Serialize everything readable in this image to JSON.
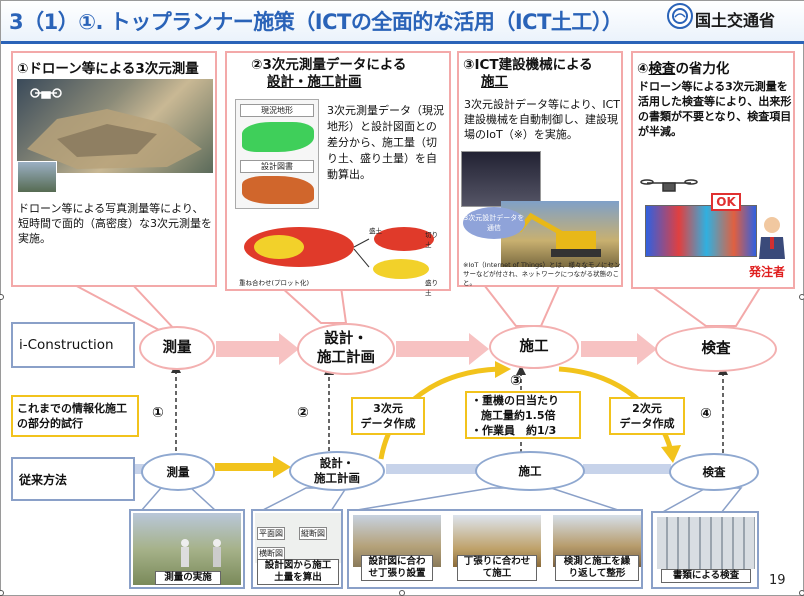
{
  "header": {
    "title": "3（1）①. トップランナー施策（ICTの全面的な活用（ICT土工））",
    "ministry": "国土交通省"
  },
  "boxes": [
    {
      "title_num": "①",
      "title": "ドローン等による3次元測量",
      "body": "ドローン等による写真測量等により、短時間で面的（高密度）な3次元測量を実施。"
    },
    {
      "title_num": "②",
      "title_line1": "3次元測量データによる",
      "title_line2": "設計・施工計画",
      "body": "3次元測量データ（現況地形）と設計図面との差分から、施工量（切り土、盛り土量）を自動算出。",
      "fig_label_top": "現況地形",
      "fig_label_mid": "設計図書",
      "fig_label_small1": "盛土",
      "fig_label_small2": "切り土",
      "fig_label_small3": "盛り土",
      "fig_label_small4": "重ね合わせ(プロット化)"
    },
    {
      "title_num": "③",
      "title_line1": "ICT建設機械による",
      "title_line2": "施工",
      "body": "3次元設計データ等により、ICT建設機械を自動制御し、建設現場のIoT（※）を実施。",
      "photo_label": "3次元設計データを通信",
      "footnote": "※IoT（Internet of Things）とは、様々なモノにセンサーなどが付され、ネットワークにつながる状態のこと。"
    },
    {
      "title_num": "④",
      "title_main": "検査",
      "title_rest": "の省力化",
      "body": "ドローン等による3次元測量を活用した検査等により、出来形の書類が不要となり、検査項目が半減。",
      "ok_label": "OK",
      "orderer": "発注者"
    }
  ],
  "flow": {
    "row_label_top": "i-Construction",
    "row_label_mid": "これまでの情報化施工の部分的試行",
    "row_label_bot": "従来方法",
    "top_ovals": [
      "測量",
      "設計・",
      "施工計画",
      "施工",
      "検査"
    ],
    "bot_ovals": [
      "測量",
      "設計・",
      "施工計画",
      "施工",
      "検査"
    ],
    "nums": [
      "①",
      "②",
      "③",
      "④"
    ],
    "yellow_left_1": "3次元",
    "yellow_left_2": "データ作成",
    "yellow_mid_1": "・重機の日当たり",
    "yellow_mid_2": "施工量約1.5倍",
    "yellow_mid_3": "・作業員　約1/3",
    "yellow_right_1": "2次元",
    "yellow_right_2": "データ作成"
  },
  "photos": {
    "cap1": "測量の実施",
    "cap2_1": "設計図から施工",
    "cap2_2": "土量を算出",
    "draw_lbl1": "平面図",
    "draw_lbl2": "縦断図",
    "draw_lbl3": "横断図",
    "cap3_1": "設計図に合わ",
    "cap3_2": "せ丁張り設置",
    "cap4_1": "丁張りに合わせ",
    "cap4_2": "て施工",
    "cap5_1": "検測と施工を繰",
    "cap5_2": "り返して整形",
    "cap6": "書類による検査"
  },
  "page_number": "19",
  "colors": {
    "title_blue": "#2a63b8",
    "pink_border": "#f3a9a9",
    "pink_arrow": "#f5b5b5",
    "blue_border": "#8aa0c8",
    "yellow": "#f2c31c"
  }
}
